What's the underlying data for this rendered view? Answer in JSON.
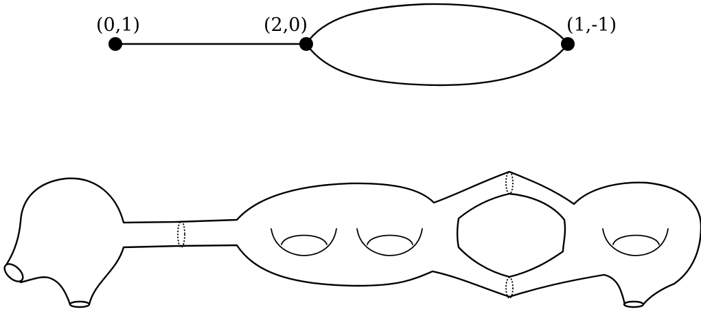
{
  "graph": {
    "vertices": [
      {
        "id": "v1",
        "label": "(0,1)"
      },
      {
        "id": "v2",
        "label": "(2,0)"
      },
      {
        "id": "v3",
        "label": "(1,-1)"
      }
    ],
    "edges": [
      {
        "from": "v1",
        "to": "v2"
      },
      {
        "from": "v2",
        "to": "v3"
      },
      {
        "from": "v2",
        "to": "v3"
      }
    ]
  },
  "surface": {
    "components": [
      {
        "vertex": "v1",
        "genus": 0,
        "boundary_components": 2
      },
      {
        "vertex": "v2",
        "genus": 2,
        "boundary_components": 0
      },
      {
        "vertex": "v3",
        "genus": 1,
        "boundary_components": 1
      }
    ],
    "cutting_curves": 3,
    "colors": {
      "stroke": "#000000",
      "background": "#ffffff"
    }
  }
}
